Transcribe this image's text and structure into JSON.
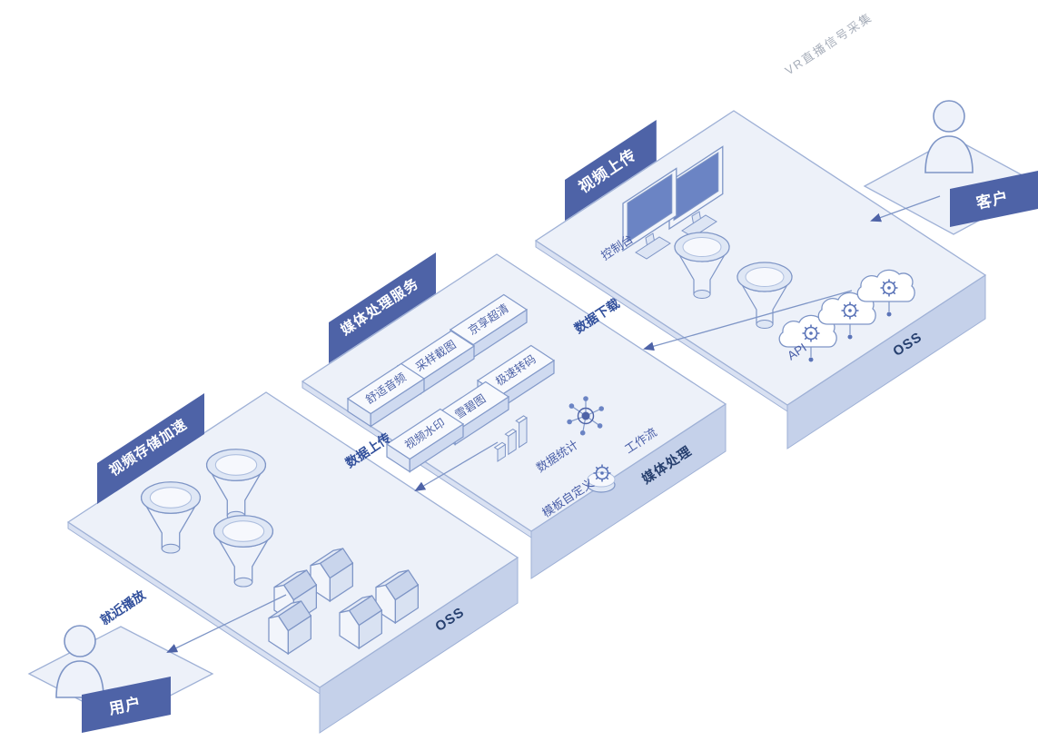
{
  "watermark": "VR直播信号采集",
  "actors": {
    "customer": "客户",
    "user": "用户"
  },
  "flows": {
    "download": "数据下载",
    "upload": "数据上传",
    "play": "就近播放"
  },
  "platforms": {
    "upload": {
      "title": "视频上传",
      "console": "控制台",
      "api": "API",
      "oss": "OSS"
    },
    "media": {
      "title": "媒体处理服务",
      "zone": "媒体处理",
      "boxes": [
        "京享超清",
        "采样截图",
        "极速转码",
        "舒适音频",
        "雪碧图",
        "视频水印"
      ],
      "workflow": "工作流",
      "stats": "数据统计",
      "template": "模板自定义"
    },
    "storage": {
      "title": "视频存储加速",
      "oss": "OSS"
    }
  },
  "colors": {
    "banner": "#4e63a7",
    "accent": "#4a5fa8",
    "platform": "#edf1f9"
  }
}
